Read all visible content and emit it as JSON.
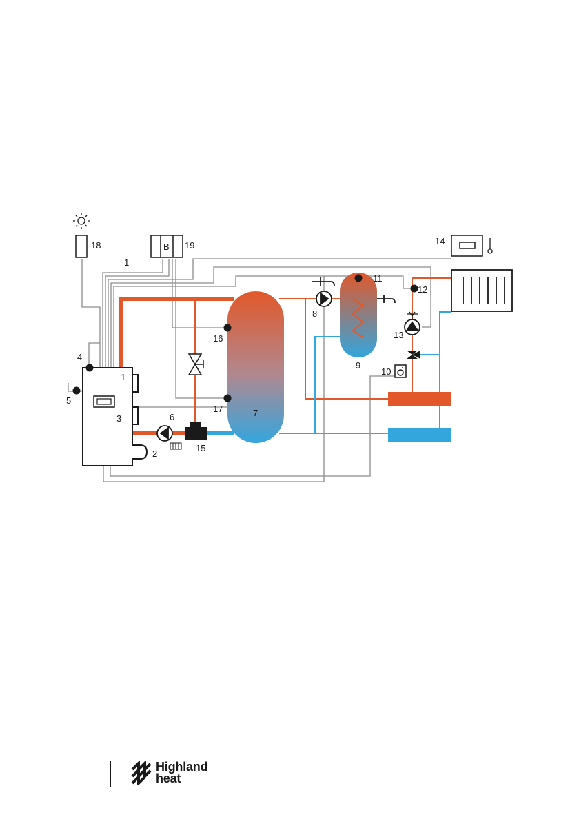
{
  "diagram": {
    "labels": {
      "n1_wire": "1",
      "n1_boiler": "1",
      "n2": "2",
      "n3": "3",
      "n4": "4",
      "n5": "5",
      "n6": "6",
      "n7": "7",
      "n8": "8",
      "n9": "9",
      "n10": "10",
      "n11": "11",
      "n12": "12",
      "n13": "13",
      "n14": "14",
      "n15": "15",
      "n16": "16",
      "n17": "17",
      "n18": "18",
      "n19": "19",
      "b_module": "B"
    },
    "colors": {
      "hot": "#e2582a",
      "cold": "#33a6de",
      "wire": "#8c8c8c",
      "ink": "#1a1a1a"
    }
  },
  "footer": {
    "brand_line1": "Highland",
    "brand_line2": "heat"
  }
}
